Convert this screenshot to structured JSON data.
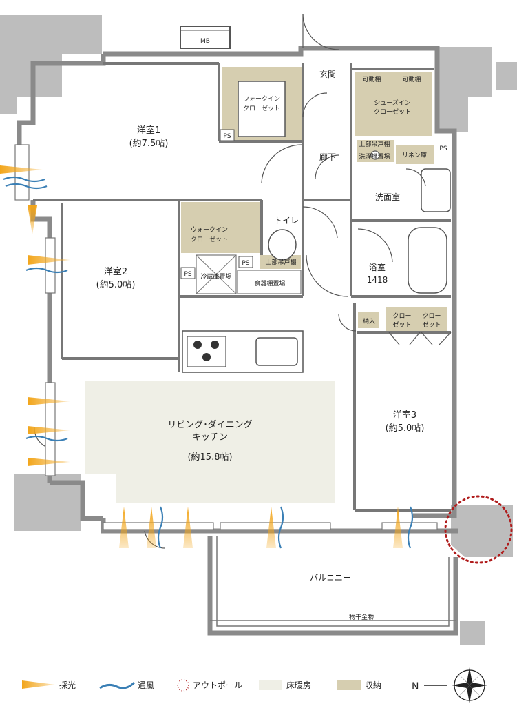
{
  "rooms": {
    "mb": "MB",
    "wic1": [
      "ウォークイン",
      "クローゼット"
    ],
    "ps1": "PS",
    "bed1": [
      "洋室1",
      "(約7.5帖)"
    ],
    "entrance": "玄関",
    "shelf1": "可動棚",
    "shelf2": "可動棚",
    "shoes": [
      "シューズイン",
      "クローゼット"
    ],
    "hall": "廊下",
    "upper_shelf1": "上部吊戸棚",
    "washer": "洗濯機置場",
    "linen": "リネン庫",
    "ps2": "PS",
    "washroom": "洗面室",
    "wic2": [
      "ウォークイン",
      "クローゼット"
    ],
    "toilet": "トイレ",
    "upper_shelf2": "上部吊戸棚",
    "ps3": "PS",
    "ps4": "PS",
    "fridge": "冷蔵庫置場",
    "dish": "食器棚置場",
    "bed2": [
      "洋室2",
      "(約5.0帖)"
    ],
    "bath": [
      "浴室",
      "1418"
    ],
    "storage": "納入",
    "closet1": [
      "クロー",
      "ゼット"
    ],
    "closet2": [
      "クロー",
      "ゼット"
    ],
    "ldk": [
      "リビング･ダイニング",
      "キッチン",
      "(約15.8帖)"
    ],
    "bed3": [
      "洋室3",
      "(約5.0帖)"
    ],
    "balcony": "バルコニー",
    "drying": "物干金物"
  },
  "legend": {
    "light": "採光",
    "wind": "通風",
    "outpole": "アウトポール",
    "floorheat": "床暖房",
    "storage": "収納"
  },
  "compass": "N",
  "colors": {
    "wall": "#8a8a8a",
    "wall_light": "#bcbcbc",
    "storage": "#d6ceb0",
    "floor_heating": "#efefe6",
    "light_arrow": "#f0a020",
    "wind": "#3a7fb5",
    "outpole": "#b01c1c"
  }
}
